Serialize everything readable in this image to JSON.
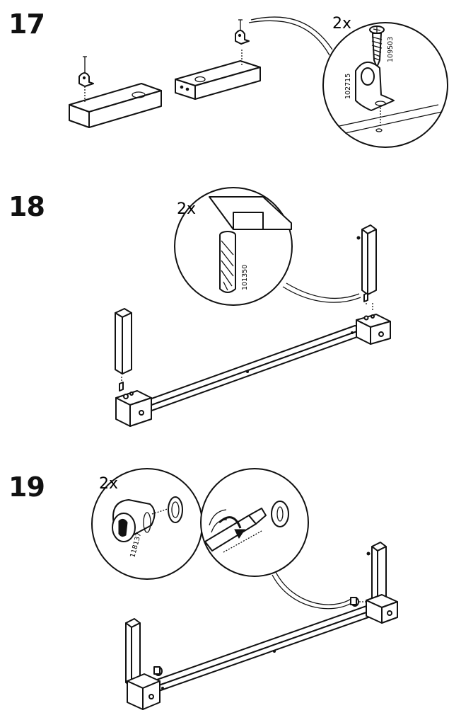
{
  "steps": [
    {
      "number": "17",
      "detail": {
        "quantity": "2x",
        "part_codes": [
          "102715",
          "109503"
        ]
      }
    },
    {
      "number": "18",
      "detail": {
        "quantity": "2x",
        "part_codes": [
          "101350"
        ]
      }
    },
    {
      "number": "19",
      "detail": {
        "quantity": "2x",
        "part_codes": [
          "118137"
        ]
      }
    }
  ]
}
